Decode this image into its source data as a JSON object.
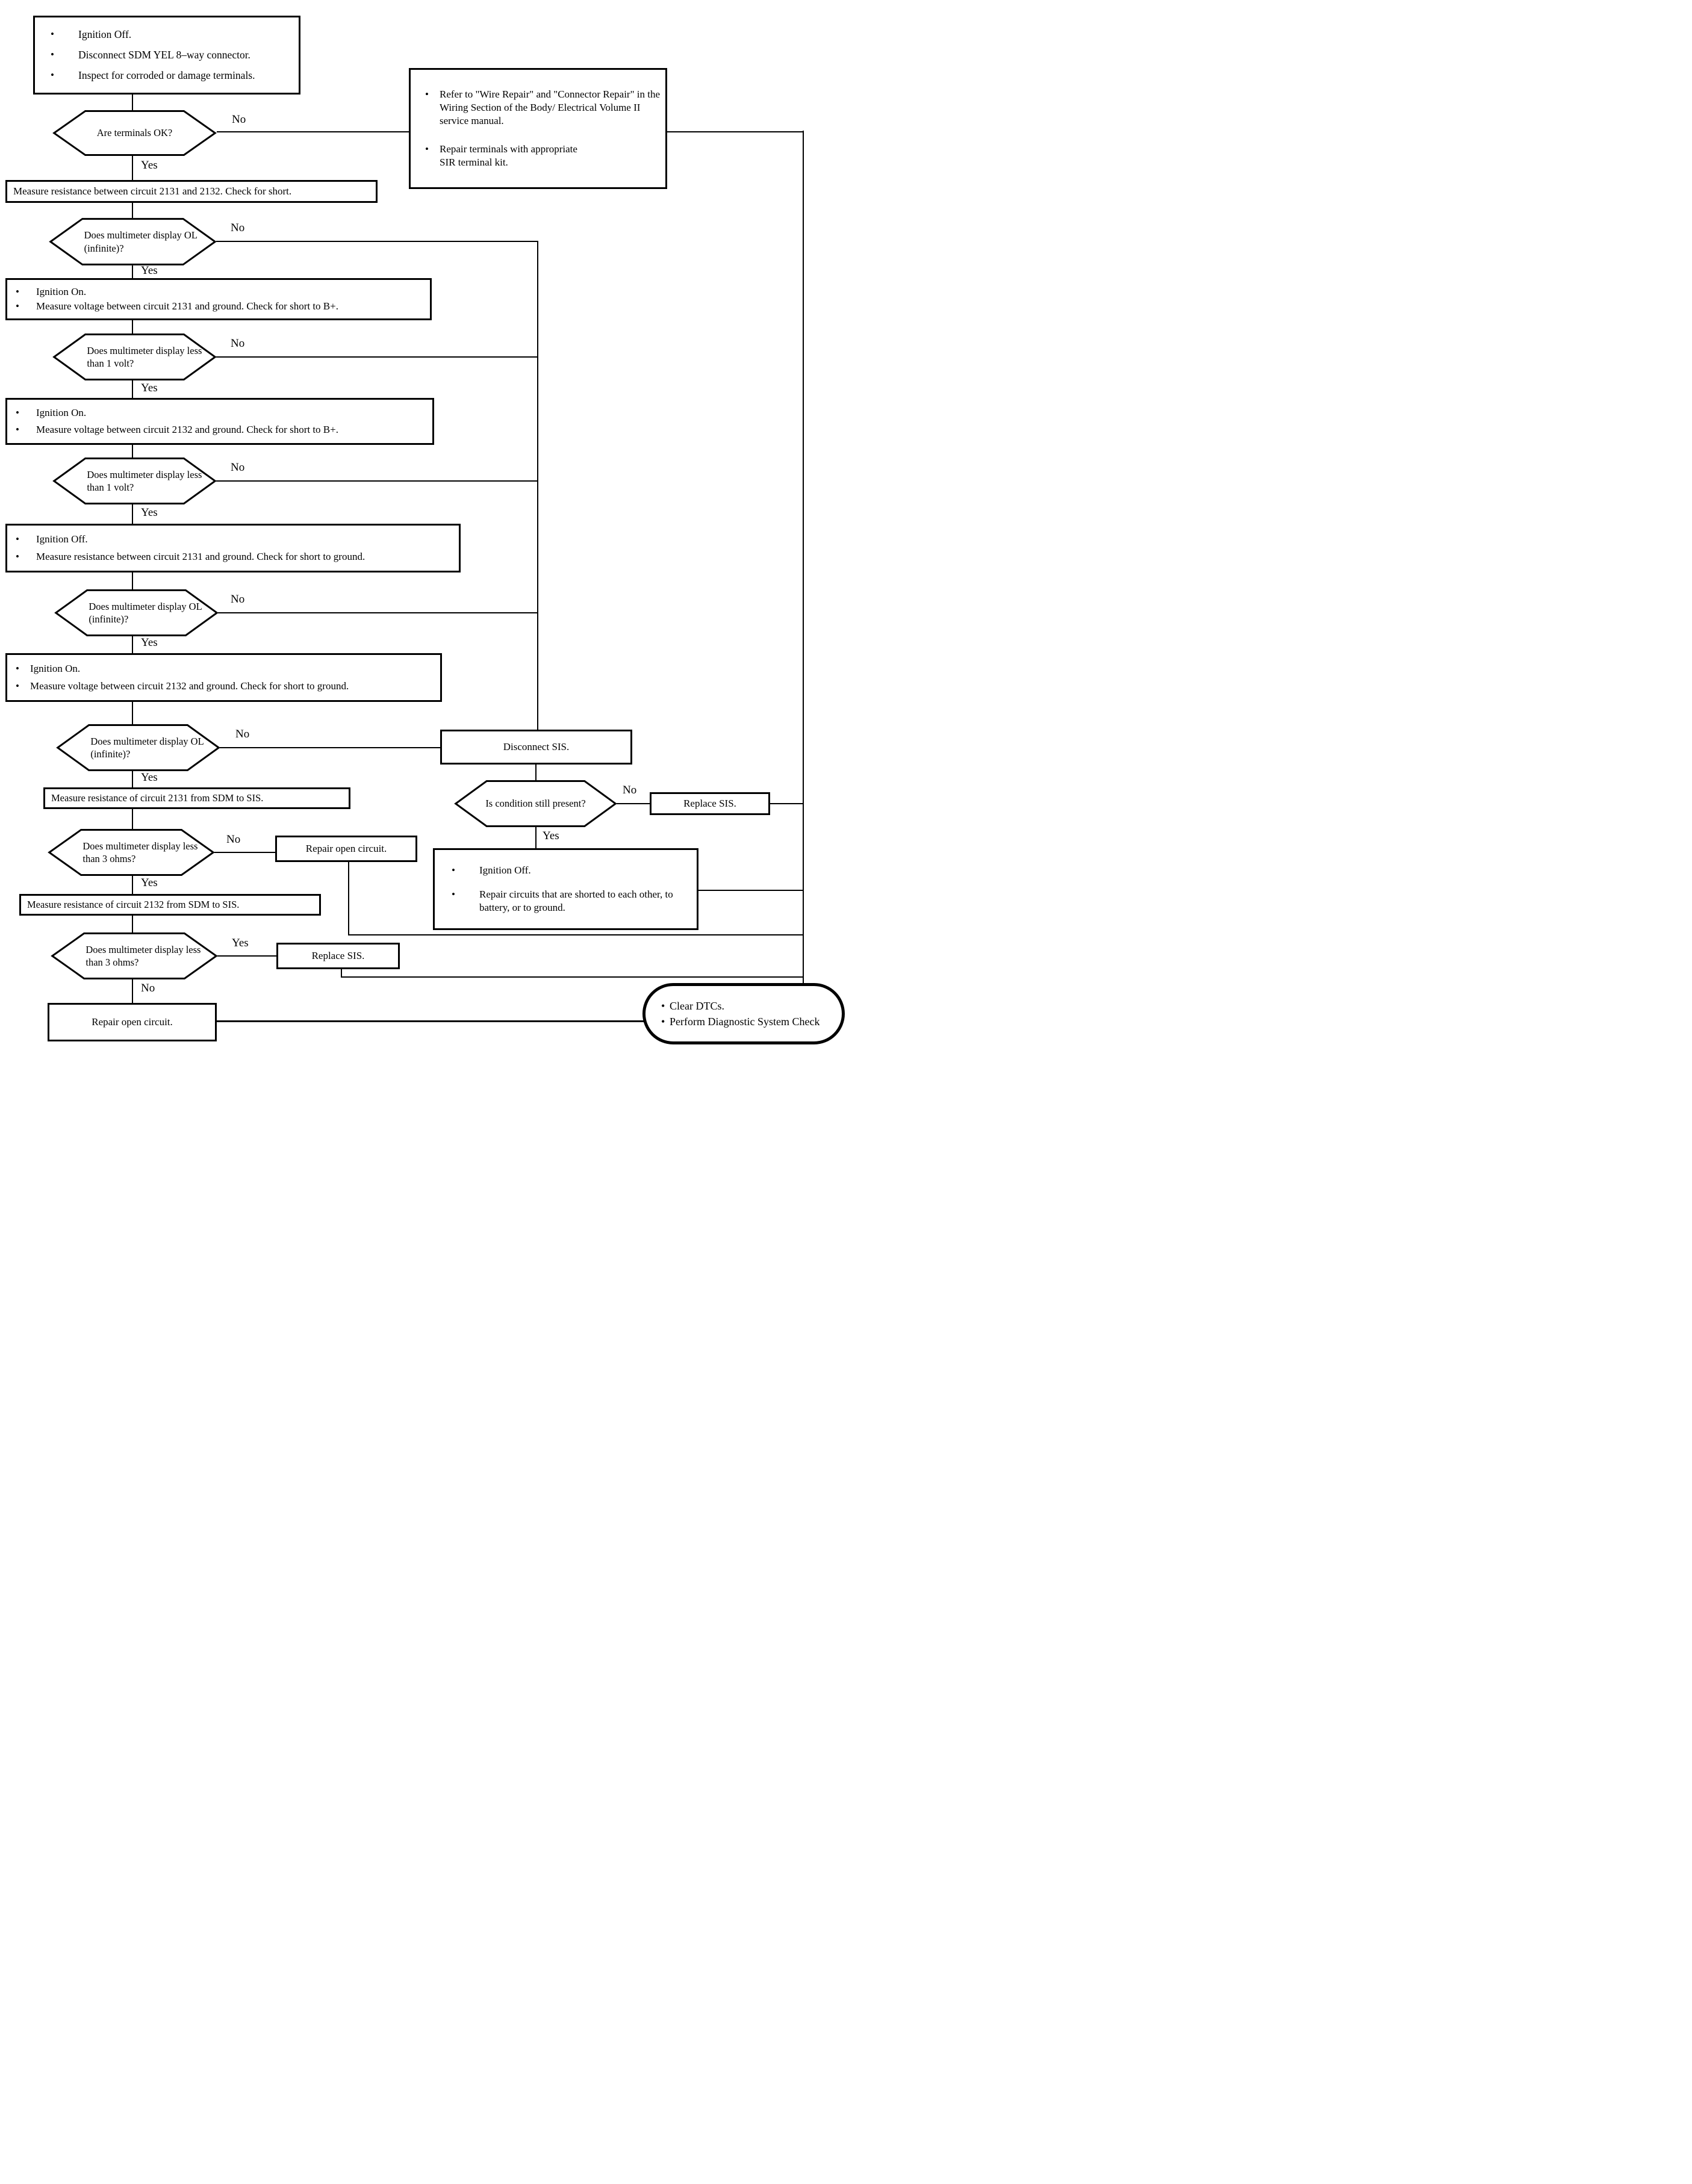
{
  "ui": {
    "bullet": "•"
  },
  "labels": {
    "yes": "Yes",
    "no": "No"
  },
  "nodes": {
    "start": {
      "items": [
        "Ignition Off.",
        "Disconnect SDM YEL 8–way connector.",
        "Inspect for corroded or damage terminals."
      ]
    },
    "q_terminals_ok": {
      "text": "Are terminals OK?"
    },
    "repair_terminals": {
      "items": [
        "Refer to \"Wire Repair\" and \"Connector Repair\" in the Wiring Section of the Body/ Electrical Volume II service manual.",
        "Repair terminals with appropriate SIR terminal kit."
      ]
    },
    "measure_short": {
      "text": "Measure resistance between circuit 2131 and 2132.  Check for short."
    },
    "q_ol_1": {
      "text": "Does multimeter display OL (infinite)?"
    },
    "voltage_2131_bplus": {
      "items": [
        "Ignition On.",
        "Measure voltage between circuit 2131 and ground.  Check for short to B+."
      ]
    },
    "q_lt1v_1": {
      "text": "Does multimeter display less than 1 volt?"
    },
    "voltage_2132_bplus": {
      "items": [
        "Ignition On.",
        "Measure voltage between circuit 2132 and ground.  Check for short to B+."
      ]
    },
    "q_lt1v_2": {
      "text": "Does multimeter display less than 1 volt?"
    },
    "resistance_2131_ground": {
      "items": [
        "Ignition Off.",
        "Measure resistance between circuit 2131 and ground.  Check for short to ground."
      ]
    },
    "q_ol_2": {
      "text": "Does multimeter display OL (infinite)?"
    },
    "voltage_2132_ground": {
      "items": [
        "Ignition On.",
        "Measure voltage between circuit 2132 and ground.  Check for short to ground."
      ]
    },
    "q_ol_3": {
      "text": "Does multimeter display OL (infinite)?"
    },
    "disconnect_sis": {
      "text": "Disconnect SIS."
    },
    "q_condition_present": {
      "text": "Is condition still present?"
    },
    "replace_sis_1": {
      "text": "Replace SIS."
    },
    "repair_shorted": {
      "items": [
        "Ignition Off.",
        "Repair circuits that are shorted to each other, to battery, or to ground."
      ]
    },
    "measure_2131_sdm_sis": {
      "text": "Measure resistance of circuit 2131 from  SDM to SIS."
    },
    "q_3ohms_1": {
      "text": "Does multimeter display less than 3 ohms?"
    },
    "repair_open_1": {
      "text": "Repair open circuit."
    },
    "measure_2132_sdm_sis": {
      "text": "Measure resistance of circuit 2132 from  SDM to SIS."
    },
    "q_3ohms_2": {
      "text": "Does multimeter display less than 3 ohms?"
    },
    "replace_sis_2": {
      "text": "Replace SIS."
    },
    "repair_open_2": {
      "text": "Repair open circuit."
    },
    "end": {
      "items": [
        "Clear DTCs.",
        "Perform Diagnostic System Check"
      ]
    }
  }
}
